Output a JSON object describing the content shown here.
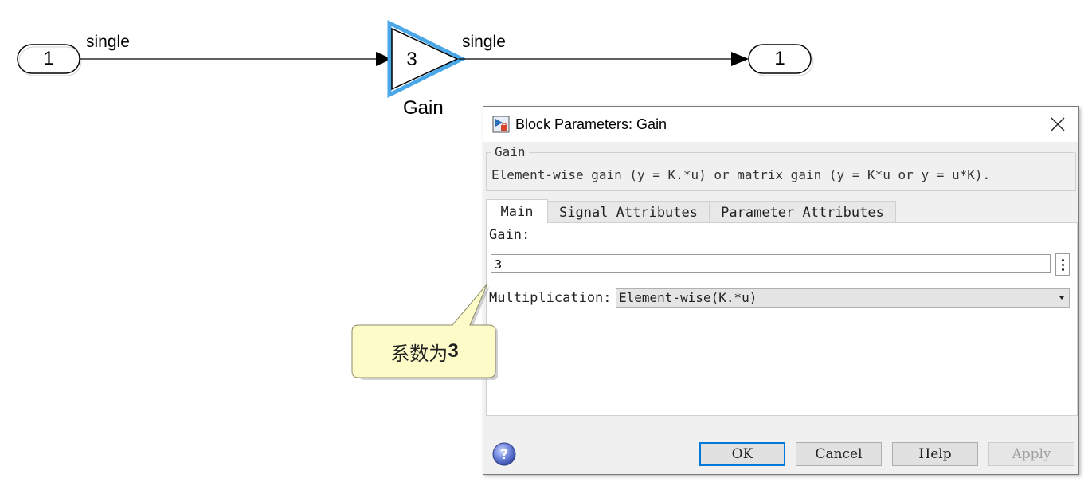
{
  "diagram": {
    "inport_number": "1",
    "outport_number": "1",
    "input_signal_type": "single",
    "output_signal_type": "single",
    "gain_value_display": "3",
    "gain_block_name": "Gain",
    "selection_color": "#4aa8e8"
  },
  "dialog": {
    "title": "Block Parameters: Gain",
    "group_title": "Gain",
    "description": "Element-wise gain (y = K.*u) or matrix gain (y = K*u or y = u*K).",
    "tabs": [
      {
        "label": "Main",
        "active": true
      },
      {
        "label": "Signal Attributes",
        "active": false
      },
      {
        "label": "Parameter Attributes",
        "active": false
      }
    ],
    "gain_label": "Gain:",
    "gain_value": "3",
    "multiplication_label": "Multiplication:",
    "multiplication_value": "Element-wise(K.*u)",
    "buttons": {
      "ok": "OK",
      "cancel": "Cancel",
      "help": "Help",
      "apply": "Apply"
    }
  },
  "callout": {
    "text_cn": "系数为",
    "text_num": "3",
    "fill_color": "#fdfcc8"
  }
}
